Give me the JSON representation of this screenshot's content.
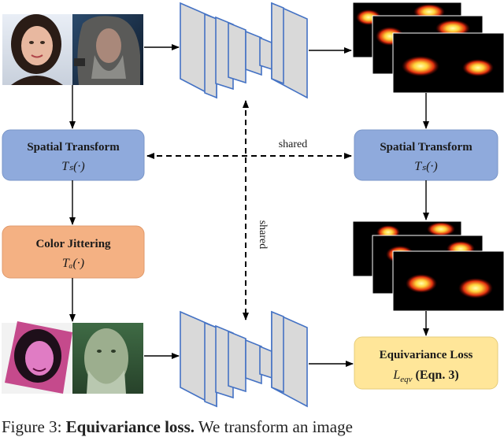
{
  "boxes": {
    "spatial_left": {
      "title": "Spatial Transform",
      "formula": "Tₛ(·)",
      "color": "#8faadc"
    },
    "color_jitter": {
      "title": "Color Jittering",
      "formula": "Tₐ(·)",
      "color": "#f4b183"
    },
    "spatial_right": {
      "title": "Spatial Transform",
      "formula": "Tₛ(·)",
      "color": "#8faadc"
    },
    "eqv_loss": {
      "title": "Equivariance Loss",
      "formula": "L",
      "formula_sub": "eqv",
      "formula_tail": " (Eqn. 3)",
      "color": "#ffe699"
    }
  },
  "labels": {
    "shared_horizontal": "shared",
    "shared_vertical": "shared"
  },
  "caption": {
    "prefix": "Figure 3: ",
    "bold": "Equivariance loss.",
    "rest": " We transform an image"
  },
  "colors": {
    "network_outline": "#4472c4",
    "network_fill": "#d9d9d9",
    "heatmap_bg": "#000000"
  },
  "icons": [
    "encoder-decoder-network",
    "face-photo",
    "attention-heatmap"
  ]
}
